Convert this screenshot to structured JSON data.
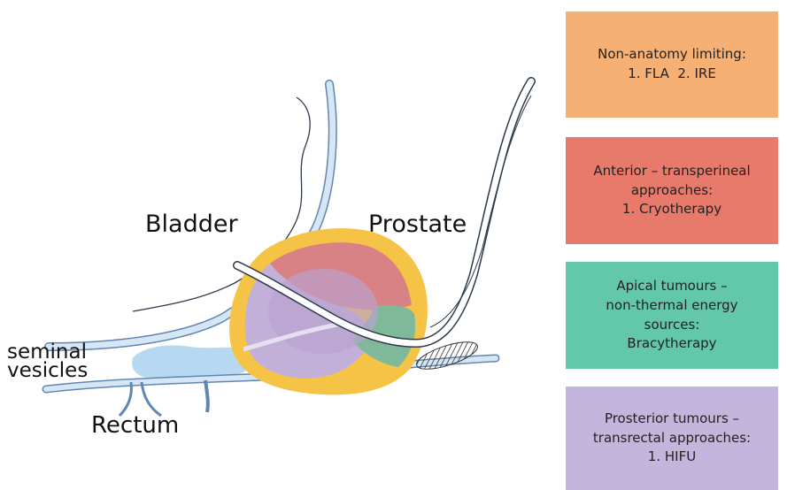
{
  "labels": {
    "bladder": "Bladder",
    "prostate": "Prostate",
    "seminal_vesicles_line1": "seminal",
    "seminal_vesicles_line2": "vesicles",
    "rectum": "Rectum"
  },
  "legend": [
    {
      "lines": [
        "Non-anatomy limiting:",
        "1. FLA  2. IRE"
      ],
      "color": "#f6b073"
    },
    {
      "lines": [
        "Anterior – transperineal",
        "approaches:",
        "1. Cryotherapy"
      ],
      "color": "#e87a6c"
    },
    {
      "lines": [
        "Apical tumours –",
        "non-thermal energy",
        "sources:",
        "Bracytherapy"
      ],
      "color": "#63c7a9"
    },
    {
      "lines": [
        "Prosterior tumours –",
        "transrectal approaches:",
        "1. HIFU"
      ],
      "color": "#c3b5db"
    }
  ],
  "colors": {
    "capsule": "#f5c447",
    "anterior_zone": "#d98286",
    "posterior_zone": "#c2b0d8",
    "apical_zone": "#7fb99a",
    "vessel_fill": "#d6e6f5",
    "vessel_stroke": "#5f87b4",
    "seminal_vesicles": "#a9d2ef"
  }
}
